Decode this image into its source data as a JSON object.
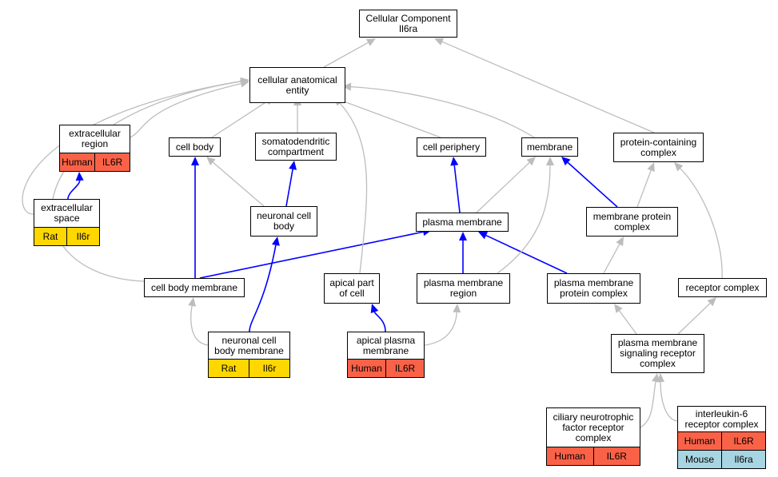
{
  "colors": {
    "arrow_gray": "#bdbdbd",
    "arrow_blue": "#0000ff",
    "human": "#fa6248",
    "rat": "#ffd700",
    "mouse": "#a7d5e2",
    "border": "#000000"
  },
  "nodes": [
    {
      "id": "cc",
      "label": "Cellular Component\nIl6ra"
    },
    {
      "id": "cae",
      "label": "cellular anatomical\nentity"
    },
    {
      "id": "extracellular_region",
      "label": "extracellular\nregion",
      "tags": [
        [
          {
            "text": "Human",
            "color": "human"
          },
          {
            "text": "IL6R",
            "color": "human"
          }
        ]
      ]
    },
    {
      "id": "cell_body",
      "label": "cell body"
    },
    {
      "id": "somatodendritic",
      "label": "somatodendritic\ncompartment"
    },
    {
      "id": "cell_periphery",
      "label": "cell periphery"
    },
    {
      "id": "membrane",
      "label": "membrane"
    },
    {
      "id": "protein_complex",
      "label": "protein-containing\ncomplex"
    },
    {
      "id": "extracellular_space",
      "label": "extracellular\nspace",
      "tags": [
        [
          {
            "text": "Rat",
            "color": "rat"
          },
          {
            "text": "Il6r",
            "color": "rat"
          }
        ]
      ]
    },
    {
      "id": "neuronal_cell_body",
      "label": "neuronal cell\nbody"
    },
    {
      "id": "plasma_membrane",
      "label": "plasma membrane"
    },
    {
      "id": "membrane_protein_complex",
      "label": "membrane protein\ncomplex"
    },
    {
      "id": "cell_body_membrane",
      "label": "cell body membrane"
    },
    {
      "id": "apical_part",
      "label": "apical part\nof cell"
    },
    {
      "id": "pm_region",
      "label": "plasma membrane\nregion"
    },
    {
      "id": "pm_protein_complex",
      "label": "plasma membrane\nprotein complex"
    },
    {
      "id": "receptor_complex",
      "label": "receptor complex"
    },
    {
      "id": "ncb_membrane",
      "label": "neuronal cell\nbody membrane",
      "tags": [
        [
          {
            "text": "Rat",
            "color": "rat"
          },
          {
            "text": "Il6r",
            "color": "rat"
          }
        ]
      ]
    },
    {
      "id": "apical_pm",
      "label": "apical plasma\nmembrane",
      "tags": [
        [
          {
            "text": "Human",
            "color": "human"
          },
          {
            "text": "IL6R",
            "color": "human"
          }
        ]
      ]
    },
    {
      "id": "pm_signaling",
      "label": "plasma membrane\nsignaling receptor\ncomplex"
    },
    {
      "id": "cntf",
      "label": "ciliary neurotrophic\nfactor receptor\ncomplex",
      "tags": [
        [
          {
            "text": "Human",
            "color": "human"
          },
          {
            "text": "IL6R",
            "color": "human"
          }
        ]
      ]
    },
    {
      "id": "il6_complex",
      "label": "interleukin-6\nreceptor complex",
      "tags": [
        [
          {
            "text": "Human",
            "color": "human"
          },
          {
            "text": "IL6R",
            "color": "human"
          }
        ],
        [
          {
            "text": "Mouse",
            "color": "mouse"
          },
          {
            "text": "Il6ra",
            "color": "mouse"
          }
        ]
      ]
    }
  ],
  "edges": [
    {
      "from": "cae",
      "to": "cc",
      "color": "gray"
    },
    {
      "from": "protein_complex",
      "to": "cc",
      "color": "gray"
    },
    {
      "from": "extracellular_region",
      "to": "cae",
      "color": "gray"
    },
    {
      "from": "extracellular_space",
      "to": "cae",
      "color": "gray"
    },
    {
      "from": "cell_body_membrane",
      "to": "cae",
      "color": "gray"
    },
    {
      "from": "cell_body",
      "to": "cae",
      "color": "gray"
    },
    {
      "from": "somatodendritic",
      "to": "cae",
      "color": "gray"
    },
    {
      "from": "cell_periphery",
      "to": "cae",
      "color": "gray"
    },
    {
      "from": "membrane",
      "to": "cae",
      "color": "gray"
    },
    {
      "from": "apical_part",
      "to": "cae",
      "color": "gray"
    },
    {
      "from": "extracellular_space",
      "to": "extracellular_region",
      "color": "blue"
    },
    {
      "from": "cell_body_membrane",
      "to": "cell_body",
      "color": "blue"
    },
    {
      "from": "neuronal_cell_body",
      "to": "cell_body",
      "color": "gray"
    },
    {
      "from": "neuronal_cell_body",
      "to": "somatodendritic",
      "color": "blue"
    },
    {
      "from": "plasma_membrane",
      "to": "cell_periphery",
      "color": "blue"
    },
    {
      "from": "plasma_membrane",
      "to": "membrane",
      "color": "gray"
    },
    {
      "from": "pm_region",
      "to": "membrane",
      "color": "gray"
    },
    {
      "from": "membrane_protein_complex",
      "to": "membrane",
      "color": "blue"
    },
    {
      "from": "membrane_protein_complex",
      "to": "protein_complex",
      "color": "gray"
    },
    {
      "from": "receptor_complex",
      "to": "protein_complex",
      "color": "gray"
    },
    {
      "from": "cell_body_membrane",
      "to": "plasma_membrane",
      "color": "blue"
    },
    {
      "from": "pm_region",
      "to": "plasma_membrane",
      "color": "blue"
    },
    {
      "from": "pm_protein_complex",
      "to": "plasma_membrane",
      "color": "blue"
    },
    {
      "from": "pm_protein_complex",
      "to": "membrane_protein_complex",
      "color": "gray"
    },
    {
      "from": "ncb_membrane",
      "to": "neuronal_cell_body",
      "color": "blue"
    },
    {
      "from": "ncb_membrane",
      "to": "cell_body_membrane",
      "color": "gray"
    },
    {
      "from": "apical_pm",
      "to": "apical_part",
      "color": "blue"
    },
    {
      "from": "apical_pm",
      "to": "pm_region",
      "color": "gray"
    },
    {
      "from": "pm_signaling",
      "to": "pm_protein_complex",
      "color": "gray"
    },
    {
      "from": "pm_signaling",
      "to": "receptor_complex",
      "color": "gray"
    },
    {
      "from": "cntf",
      "to": "pm_signaling",
      "color": "gray"
    },
    {
      "from": "il6_complex",
      "to": "pm_signaling",
      "color": "gray"
    }
  ]
}
